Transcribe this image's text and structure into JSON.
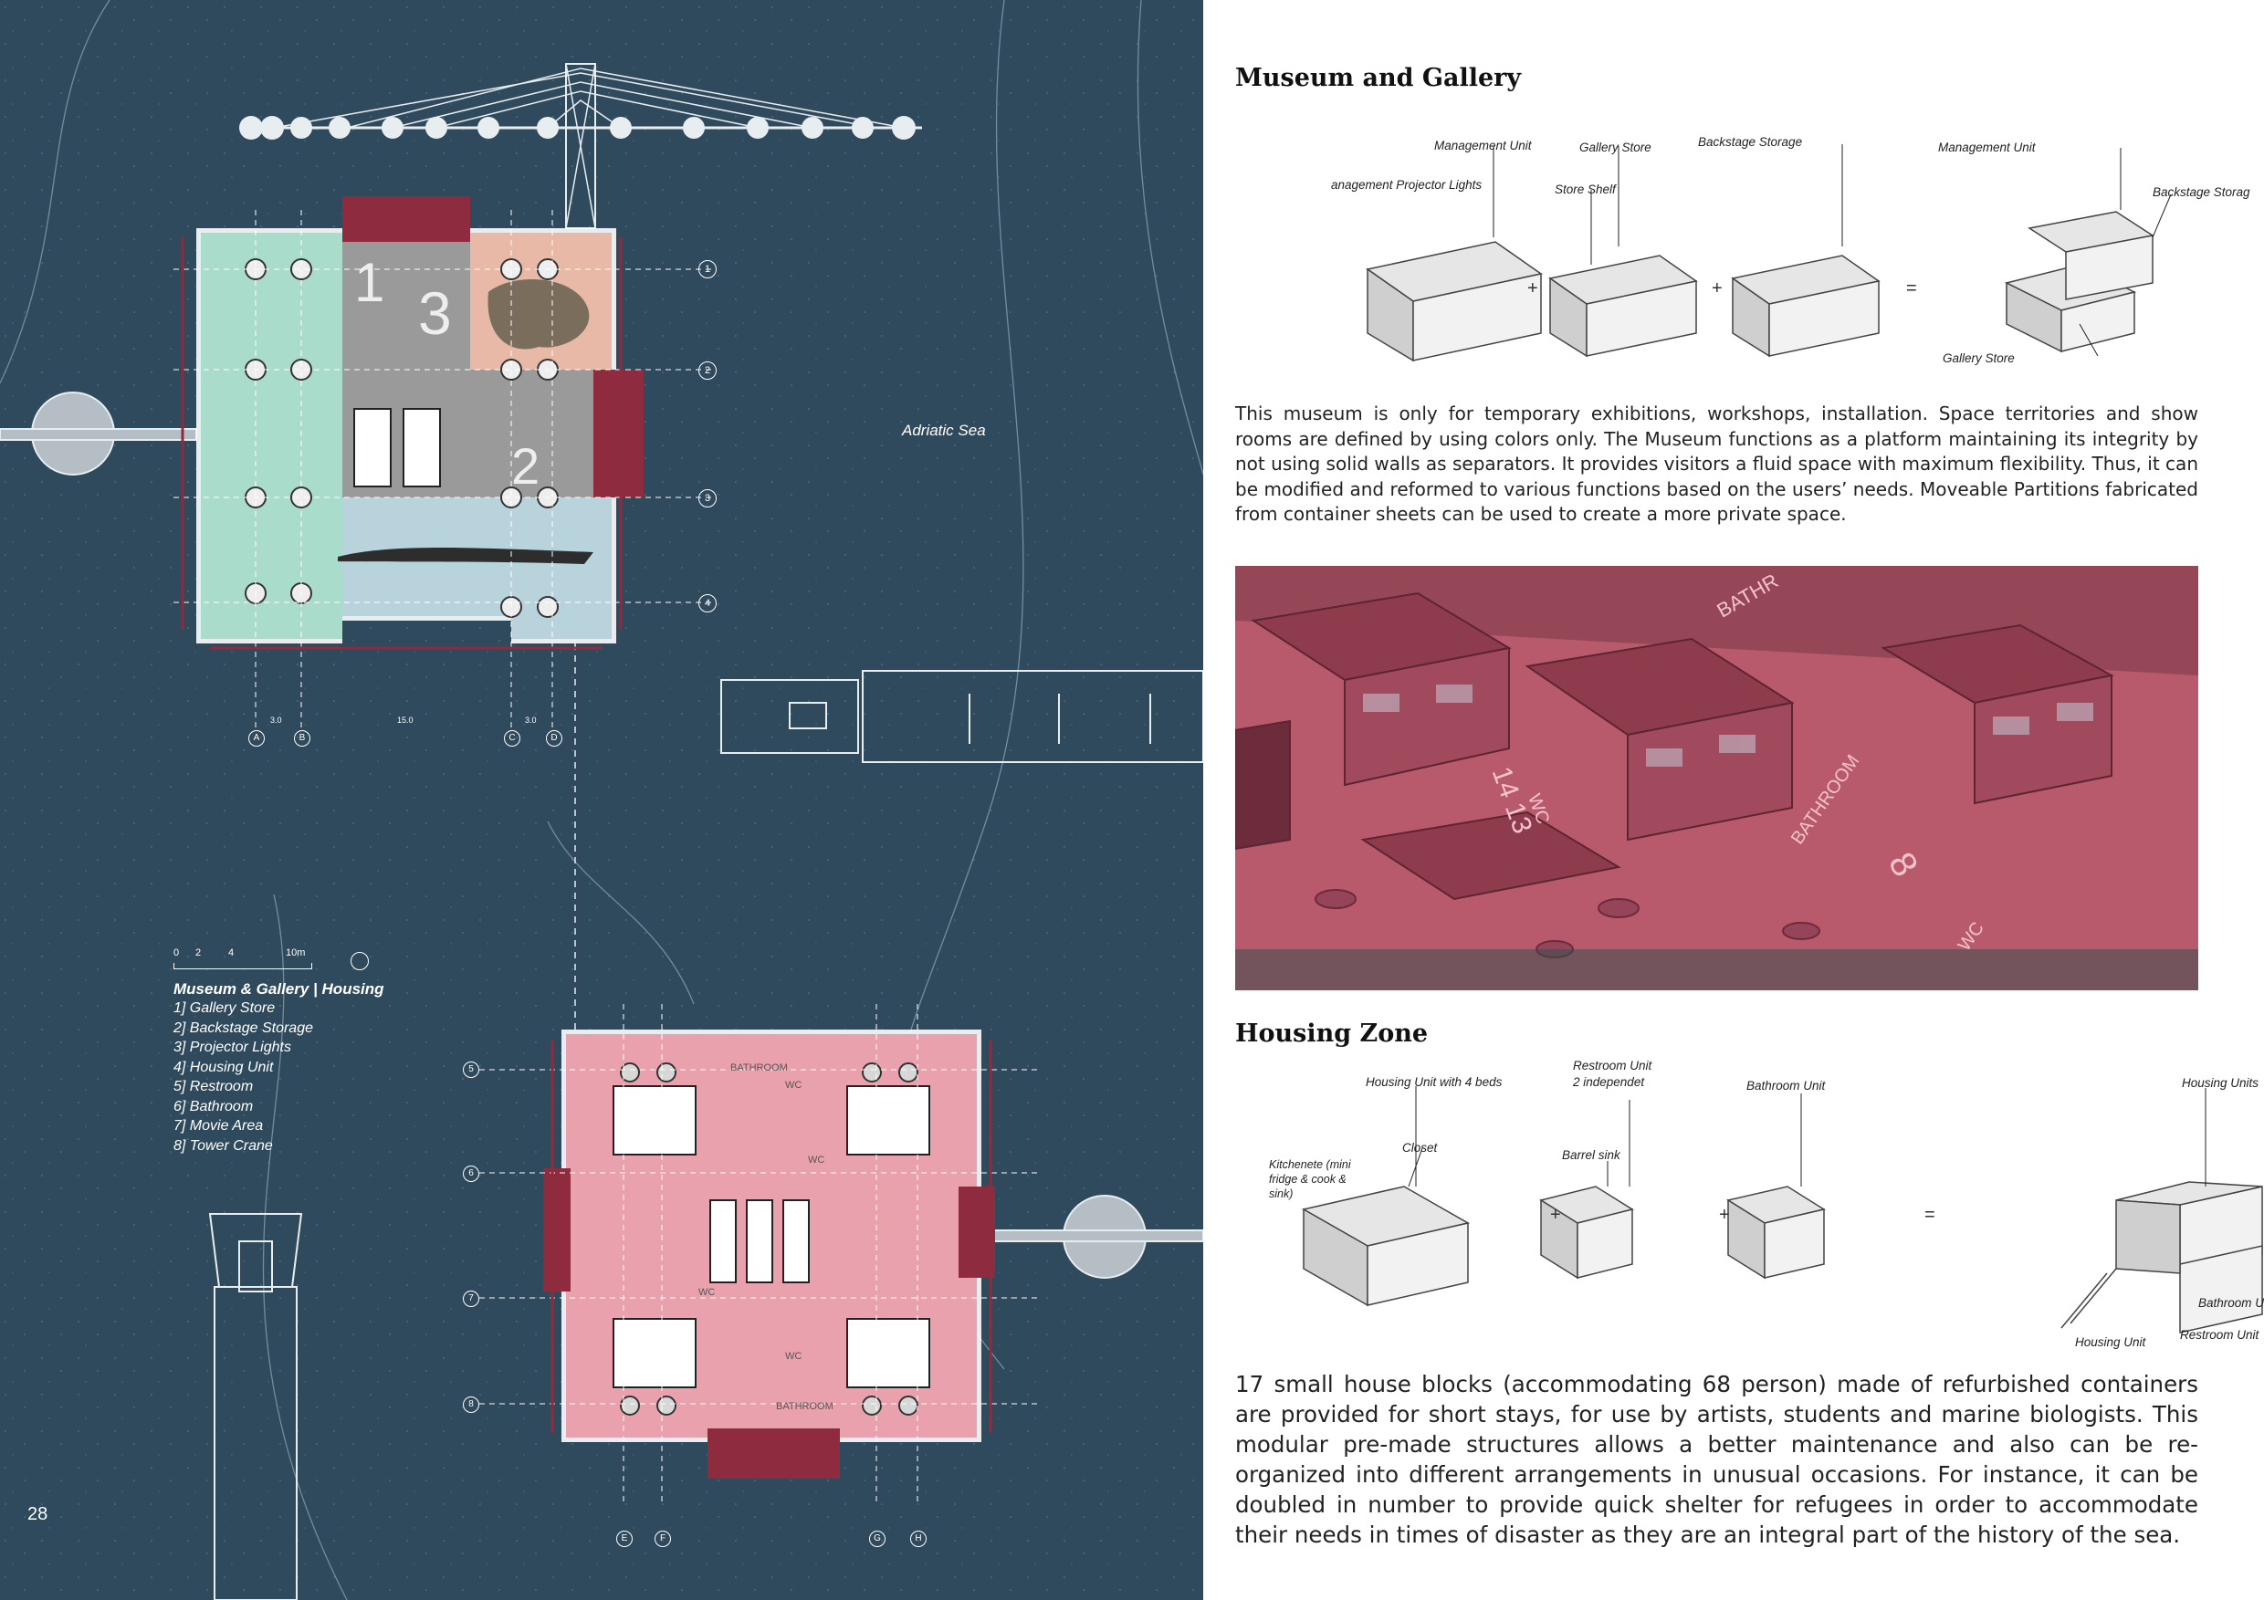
{
  "page_number": "28",
  "plan": {
    "sea_label": "Adriatic Sea",
    "scale_ticks": [
      "0",
      "2",
      "4",
      "10m"
    ],
    "legend_title": "Museum & Gallery  |  Housing",
    "legend_items": [
      "1] Gallery Store",
      "2] Backstage Storage",
      "3] Projector Lights",
      "4] Housing Unit",
      "5] Restroom",
      "6] Bathroom",
      "7] Movie Area",
      "8] Tower Crane"
    ],
    "museum_zone_numbers": [
      "1",
      "3",
      "2"
    ],
    "museum_grid_rows": [
      "1",
      "2",
      "3",
      "4"
    ],
    "museum_grid_cols": [
      "A",
      "B",
      "C",
      "D"
    ],
    "housing_grid_rows": [
      "5",
      "6",
      "7",
      "8"
    ],
    "housing_grid_cols": [
      "E",
      "F",
      "G",
      "H"
    ],
    "dims_top": [
      "3.0",
      "15.0",
      "3.0"
    ],
    "housing_labels": [
      "BATHROOM",
      "WC",
      "WC",
      "WC",
      "WC",
      "BATHROOM"
    ]
  },
  "museum_section": {
    "title": "Museum and Gallery",
    "diagram_labels": {
      "management_unit": "Management Unit",
      "projector_lights": "anagement Projector Lights",
      "gallery_store": "Gallery Store",
      "store_shelf": "Store Shelf",
      "backstage_storage": "Backstage Storage",
      "result_management": "Management Unit",
      "result_backstage": "Backstage Storag",
      "result_gallery": "Gallery Store"
    },
    "operators": [
      "+",
      "+",
      "="
    ],
    "paragraph": "This museum is only for temporary exhibitions, workshops, installation. Space territories and show rooms are defined by using colors only. The Museum functions as a platform maintaining its integrity by not using solid walls as separators. It provides visitors a fluid space with maximum flexibility. Thus, it can be modified and reformed to various functions based on the users’ needs. Moveable Partitions fabricated from container sheets can be used to create a more private space."
  },
  "render_labels": [
    "BATHR",
    "WC",
    "14 13",
    "BATHROOM",
    "8",
    "WC"
  ],
  "housing_section": {
    "title": "Housing Zone",
    "diagram_labels": {
      "housing_unit": "Housing Unit with 4 beds",
      "closet": "Closet",
      "kitchenete": "Kitchenete (mini fridge & cook & sink)",
      "restroom_unit": "Restroom Unit",
      "restroom_unit_sub": "2 independet",
      "barrel_sink": "Barrel sink",
      "bathroom_unit": "Bathroom Unit",
      "housing_units": "Housing Units",
      "result_bathroom": "Bathroom Uni",
      "result_restroom": "Restroom Unit",
      "result_housing": "Housing Unit"
    },
    "operators": [
      "+",
      "+",
      "="
    ],
    "paragraph": "17 small house blocks (accommodating 68 person) made of refurbished containers are provided for short stays, for use by artists, students and marine biologists. This modular pre-made structures allows a better maintenance and also can be re-organized into different arrangements in unusual occasions. For instance, it can be doubled in number to provide quick shelter for refugees in order to accommodate their needs in times of disaster as they are an integral part of the history of the sea."
  },
  "colors": {
    "sea": "#2f4a5c",
    "museum_green": "#a9dccb",
    "museum_grey": "#9a9a9a",
    "museum_peach": "#e8b9a6",
    "museum_blue": "#b9d3dd",
    "housing_pink": "#e9a2ad",
    "crimson": "#8e2b3e",
    "render_pink": "#b8596c"
  }
}
